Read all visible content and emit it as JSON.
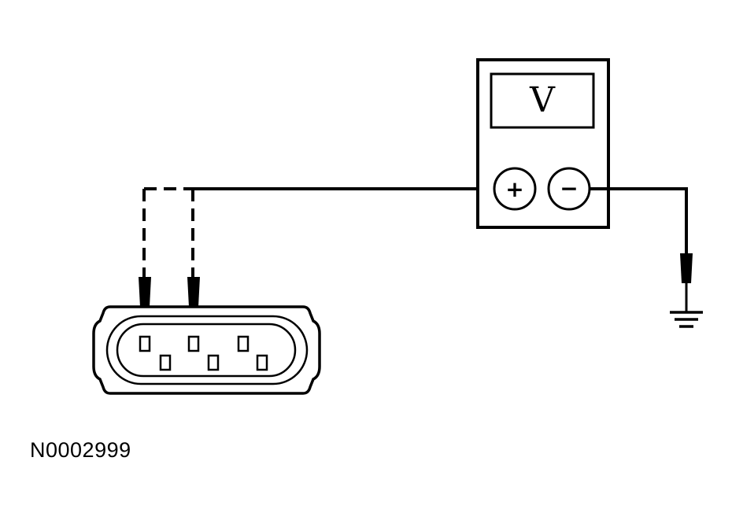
{
  "diagram": {
    "figure_id": "N0002999",
    "meter": {
      "display_symbol": "V",
      "positive_terminal": "+",
      "negative_terminal": "−"
    },
    "connector": {
      "pin_count": 6
    },
    "colors": {
      "line": "#000000",
      "background": "#ffffff"
    }
  }
}
